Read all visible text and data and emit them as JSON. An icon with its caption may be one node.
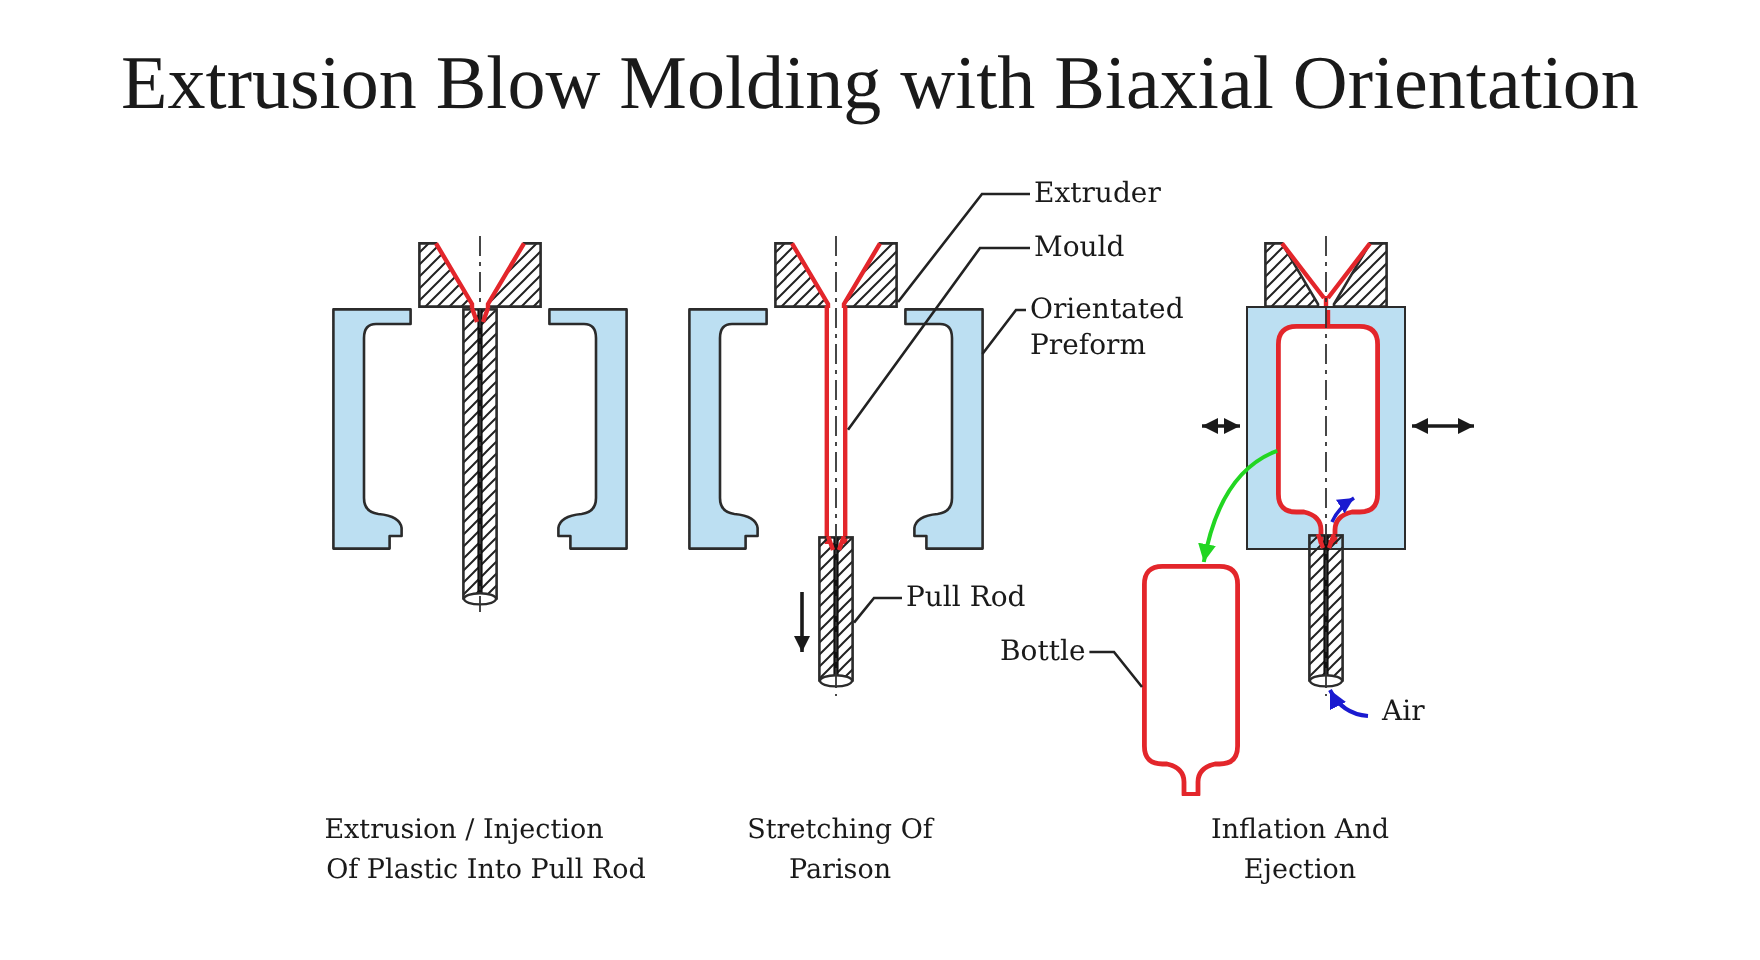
{
  "diagram": {
    "title": "Extrusion Blow Molding with Biaxial Orientation",
    "nodes": [
      {
        "text": [
          "Extruder"
        ]
      },
      {
        "text": [
          "Mould"
        ]
      },
      {
        "text": [
          "Orientated Preform"
        ]
      },
      {
        "text": [
          "Pull Rod"
        ]
      },
      {
        "text": [
          "Bottle"
        ]
      },
      {
        "text": [
          "Air"
        ]
      },
      {
        "text": [],
        "shape": "bracket"
      },
      {
        "text": [],
        "shape": "box"
      },
      {
        "text": [],
        "shape": "bar"
      },
      {
        "text": [],
        "shape": "bracket"
      },
      {
        "text": [],
        "shape": "bracket"
      },
      {
        "text": [],
        "shape": "box"
      },
      {
        "text": [],
        "shape": "line"
      },
      {
        "text": [],
        "shape": "bar"
      },
      {
        "text": [],
        "shape": "bracket"
      },
      {
        "text": [],
        "shape": "box"
      },
      {
        "text": [],
        "shape": "rectangle"
      },
      {
        "text": [],
        "shape": "bottle",
        "in": 16
      },
      {
        "text": [],
        "shape": "bar"
      },
      {
        "text": [],
        "shape": "bottle"
      }
    ],
    "edges": [
      {
        "from": 0,
        "to": 11,
        "arrow": "none"
      },
      {
        "from": 1,
        "to": 12,
        "arrow": "none"
      },
      {
        "from": 2,
        "to": 14,
        "arrow": "none"
      },
      {
        "from": 3,
        "to": 13,
        "arrow": "none"
      },
      {
        "from": 4,
        "to": 19,
        "arrow": "none"
      },
      {
        "from": 17,
        "to": 19,
        "arrow": "to",
        "color": "#22d622"
      },
      {
        "from": 5,
        "to": 18,
        "arrow": "to",
        "color": "#1a1ad0"
      }
    ],
    "labels": [
      "Extrusion / Injection Of Plastic Into Pull Rod",
      "Stretching Of Parison",
      "Inflation And Ejection"
    ]
  }
}
